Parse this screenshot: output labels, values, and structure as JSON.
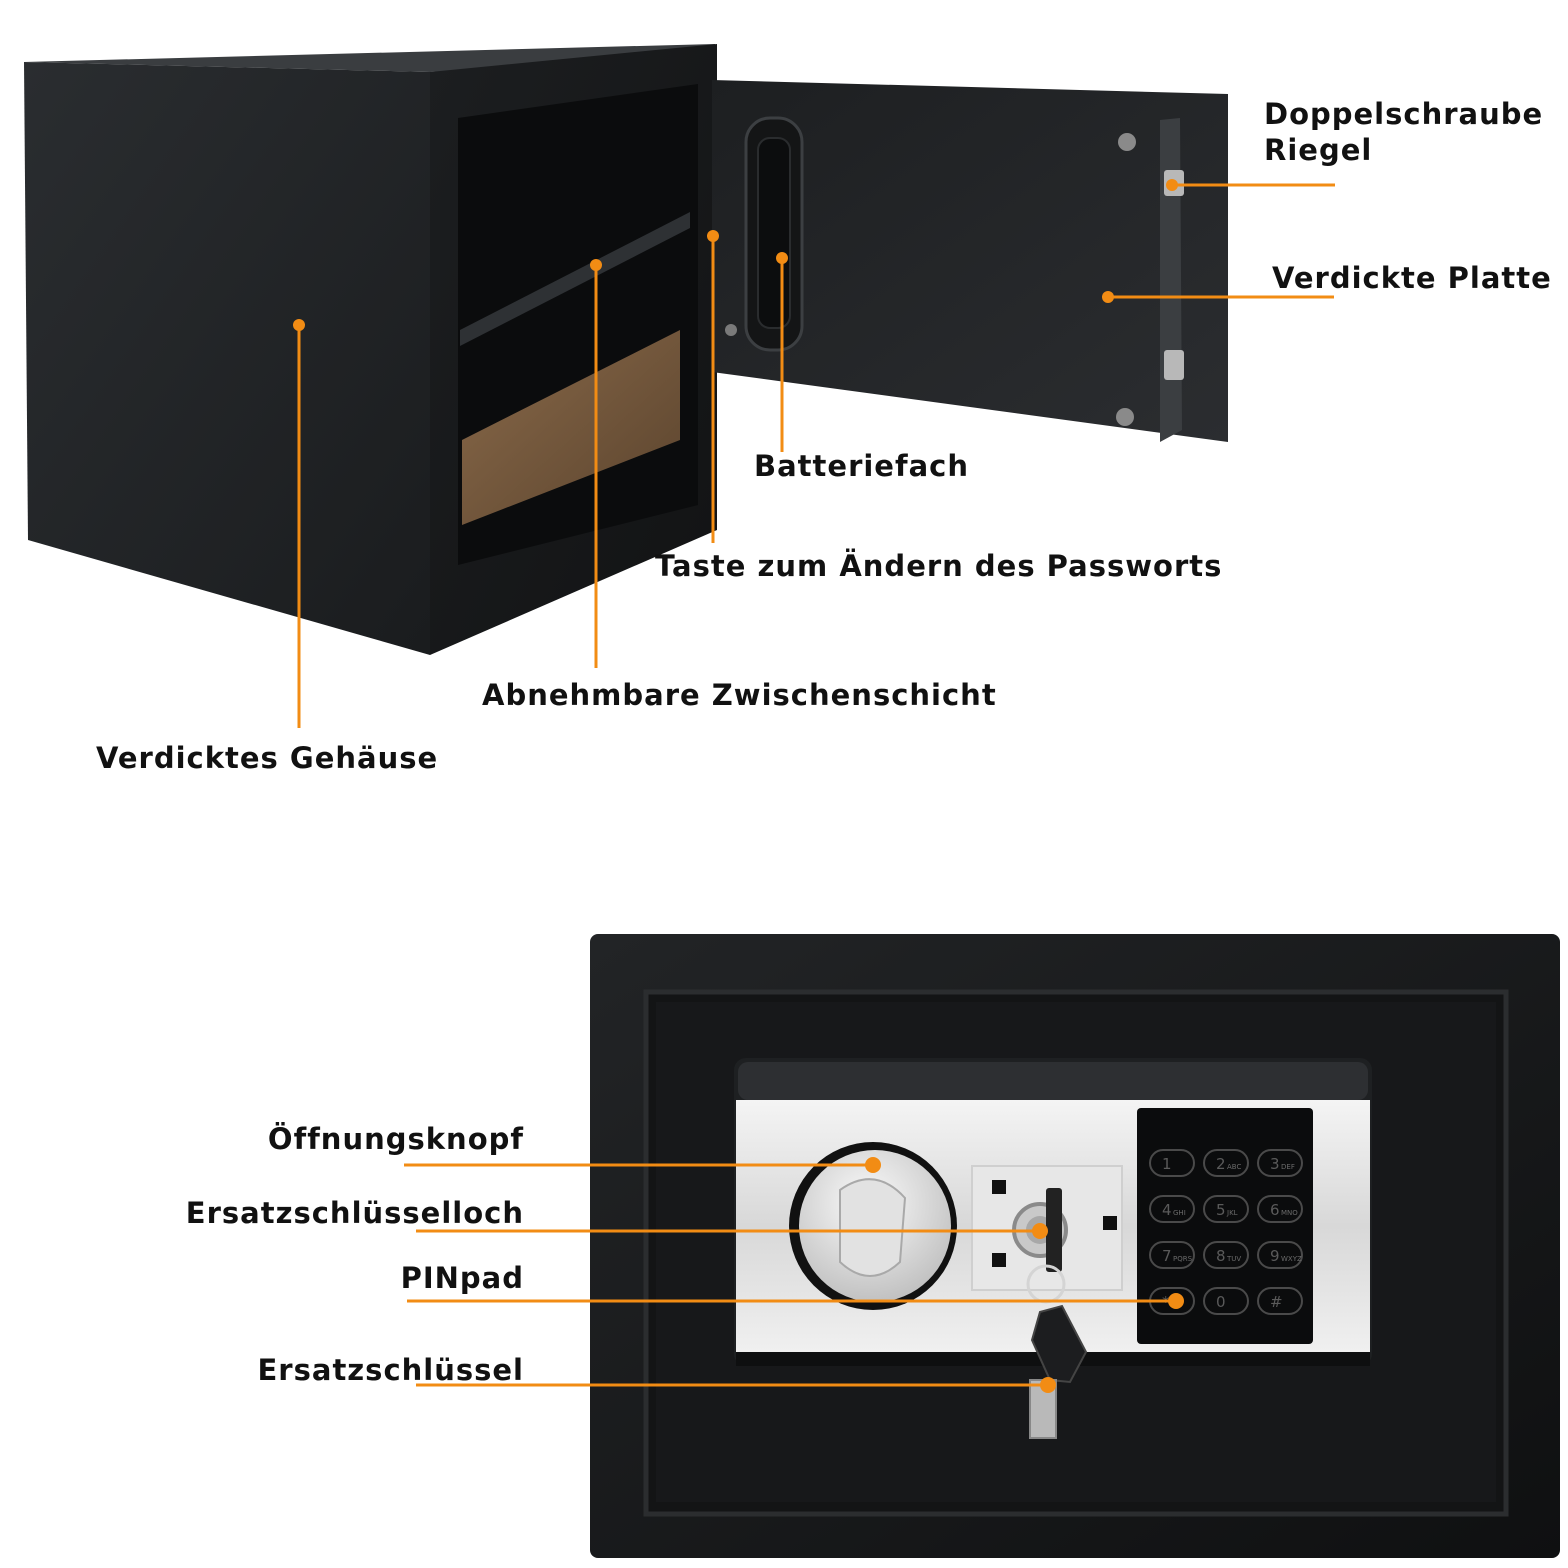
{
  "accent_color": "#f28c14",
  "labels": {
    "doppelschraube_riegel": [
      "Doppelschraube",
      "Riegel"
    ],
    "verdickte_platte": "Verdickte Platte",
    "batteriefach": "Batteriefach",
    "taste_passwort": "Taste zum Ändern des Passworts",
    "zwischenschicht": "Abnehmbare Zwischenschicht",
    "gehaeuse": "Verdicktes Gehäuse",
    "oeffnungsknopf": "Öffnungsknopf",
    "ersatzschluesselloch": "Ersatzschlüsselloch",
    "pinpad": "PINpad",
    "ersatzschluessel": "Ersatzschlüssel"
  },
  "keypad": [
    {
      "digit": "1",
      "letters": ""
    },
    {
      "digit": "2",
      "letters": "ABC"
    },
    {
      "digit": "3",
      "letters": "DEF"
    },
    {
      "digit": "4",
      "letters": "GHI"
    },
    {
      "digit": "5",
      "letters": "JKL"
    },
    {
      "digit": "6",
      "letters": "MNO"
    },
    {
      "digit": "7",
      "letters": "PQRS"
    },
    {
      "digit": "8",
      "letters": "TUV"
    },
    {
      "digit": "9",
      "letters": "WXYZ"
    },
    {
      "digit": "*",
      "letters": ""
    },
    {
      "digit": "0",
      "letters": ""
    },
    {
      "digit": "#",
      "letters": ""
    }
  ]
}
